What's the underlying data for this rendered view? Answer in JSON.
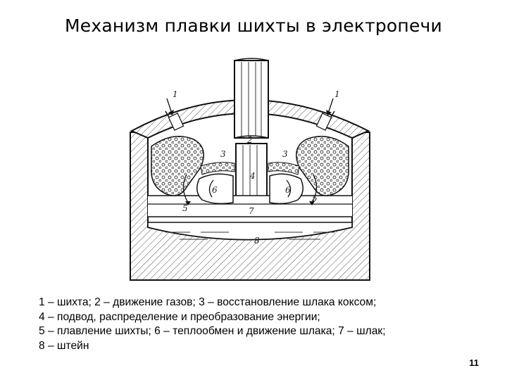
{
  "slide": {
    "title": "Механизм плавки шихты в электропечи",
    "page_number": "11"
  },
  "diagram": {
    "labels": {
      "n1": "1",
      "n2": "2",
      "n3": "3",
      "n4": "4",
      "n5": "5",
      "n6": "6",
      "n7": "7",
      "n8": "8"
    }
  },
  "caption": {
    "lines": [
      "1 – шихта; 2 – движение газов; 3 – восстановление шлака коксом;",
      "4 – подвод, распределение и преобразование энергии;",
      "5 – плавление шихты; 6 – теплообмен и движение шлака; 7 – шлак;",
      "8 – штейн"
    ]
  }
}
